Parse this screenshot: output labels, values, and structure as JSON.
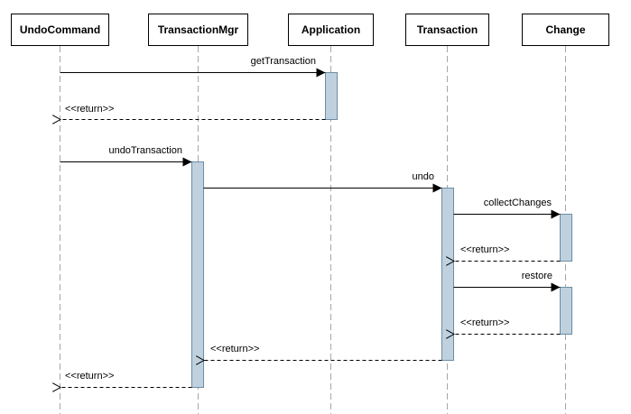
{
  "participants": [
    {
      "id": "undocommand",
      "label": "UndoCommand"
    },
    {
      "id": "transactionmgr",
      "label": "TransactionMgr"
    },
    {
      "id": "application",
      "label": "Application"
    },
    {
      "id": "transaction",
      "label": "Transaction"
    },
    {
      "id": "change",
      "label": "Change"
    }
  ],
  "messages": [
    {
      "id": "m1",
      "label": "getTransaction",
      "from": "undocommand",
      "to": "application",
      "kind": "call"
    },
    {
      "id": "m2",
      "label": "<<return>>",
      "from": "application",
      "to": "undocommand",
      "kind": "return"
    },
    {
      "id": "m3",
      "label": "undoTransaction",
      "from": "undocommand",
      "to": "transactionmgr",
      "kind": "call"
    },
    {
      "id": "m4",
      "label": "undo",
      "from": "transactionmgr",
      "to": "transaction",
      "kind": "call"
    },
    {
      "id": "m5",
      "label": "collectChanges",
      "from": "transaction",
      "to": "change",
      "kind": "call"
    },
    {
      "id": "m6",
      "label": "<<return>>",
      "from": "change",
      "to": "transaction",
      "kind": "return"
    },
    {
      "id": "m7",
      "label": "restore",
      "from": "transaction",
      "to": "change",
      "kind": "call"
    },
    {
      "id": "m8",
      "label": "<<return>>",
      "from": "change",
      "to": "transaction",
      "kind": "return"
    },
    {
      "id": "m9",
      "label": "<<return>>",
      "from": "transaction",
      "to": "transactionmgr",
      "kind": "return"
    },
    {
      "id": "m10",
      "label": "<<return>>",
      "from": "transactionmgr",
      "to": "undocommand",
      "kind": "return"
    }
  ],
  "colors": {
    "activation_fill": "#bfd1de",
    "activation_stroke": "#6e8ca3",
    "lifeline": "#a6a6a6"
  }
}
